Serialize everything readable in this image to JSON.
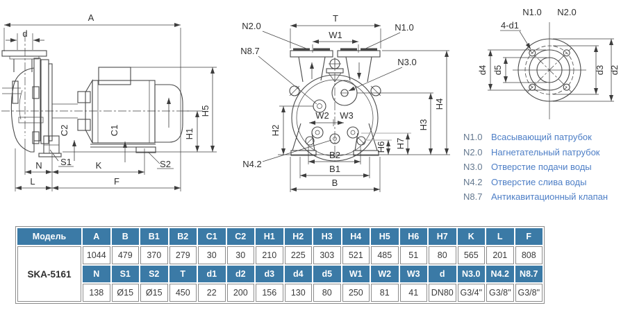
{
  "colors": {
    "header_bg": "#3b7aa6",
    "legend_blue": "#4d7ec6",
    "line": "#474747"
  },
  "drawings": {
    "side": {
      "a": "A",
      "d": "d",
      "h5": "H5",
      "h1": "H1",
      "c2": "C2",
      "c1": "C1",
      "s1": "S1",
      "s2": "S2",
      "n": "N",
      "k": "K",
      "l": "L",
      "f": "F"
    },
    "front": {
      "t": "T",
      "w1": "W1",
      "n20": "N2.0",
      "n10": "N1.0",
      "n87": "N8.7",
      "n30": "N3.0",
      "h2": "H2",
      "w2": "W2",
      "w3": "W3",
      "h4": "H4",
      "h3": "H3",
      "h6": "H6",
      "h7": "H7",
      "n42": "N4.2",
      "b2": "B2",
      "b1": "B1",
      "b": "B"
    },
    "flange": {
      "n10": "N1.0",
      "n20": "N2.0",
      "d1": "4-d1",
      "d4": "d4",
      "d5": "d5",
      "d3": "d3",
      "d2": "d2"
    }
  },
  "legend": {
    "items": [
      {
        "code": "N1.0",
        "label": "Всасывающий патрубок"
      },
      {
        "code": "N2.0",
        "label": "Нагнетательный патрубок"
      },
      {
        "code": "N3.0",
        "label": "Отверстие подачи воды"
      },
      {
        "code": "N4.2",
        "label": "Отверстие слива воды"
      },
      {
        "code": "N8.7",
        "label": "Антикавитационный клапан"
      }
    ]
  },
  "table": {
    "model_header": "Модель",
    "model": "SKA-5161",
    "row1_headers": [
      "A",
      "B",
      "B1",
      "B2",
      "C1",
      "C2",
      "H1",
      "H2",
      "H3",
      "H4",
      "H5",
      "H6",
      "H7",
      "K",
      "L",
      "F"
    ],
    "row1_values": [
      "1044",
      "479",
      "370",
      "279",
      "30",
      "30",
      "210",
      "225",
      "303",
      "521",
      "485",
      "51",
      "80",
      "565",
      "201",
      "808"
    ],
    "row2_headers": [
      "N",
      "S1",
      "S2",
      "T",
      "d1",
      "d2",
      "d3",
      "d4",
      "d5",
      "W1",
      "W2",
      "W3",
      "d",
      "N3.0",
      "N4.2",
      "N8.7"
    ],
    "row2_values": [
      "138",
      "Ø15",
      "Ø15",
      "450",
      "22",
      "200",
      "156",
      "130",
      "80",
      "250",
      "81",
      "41",
      "DN80",
      "G3/4\"",
      "G3/8\"",
      "G3/8\""
    ]
  }
}
